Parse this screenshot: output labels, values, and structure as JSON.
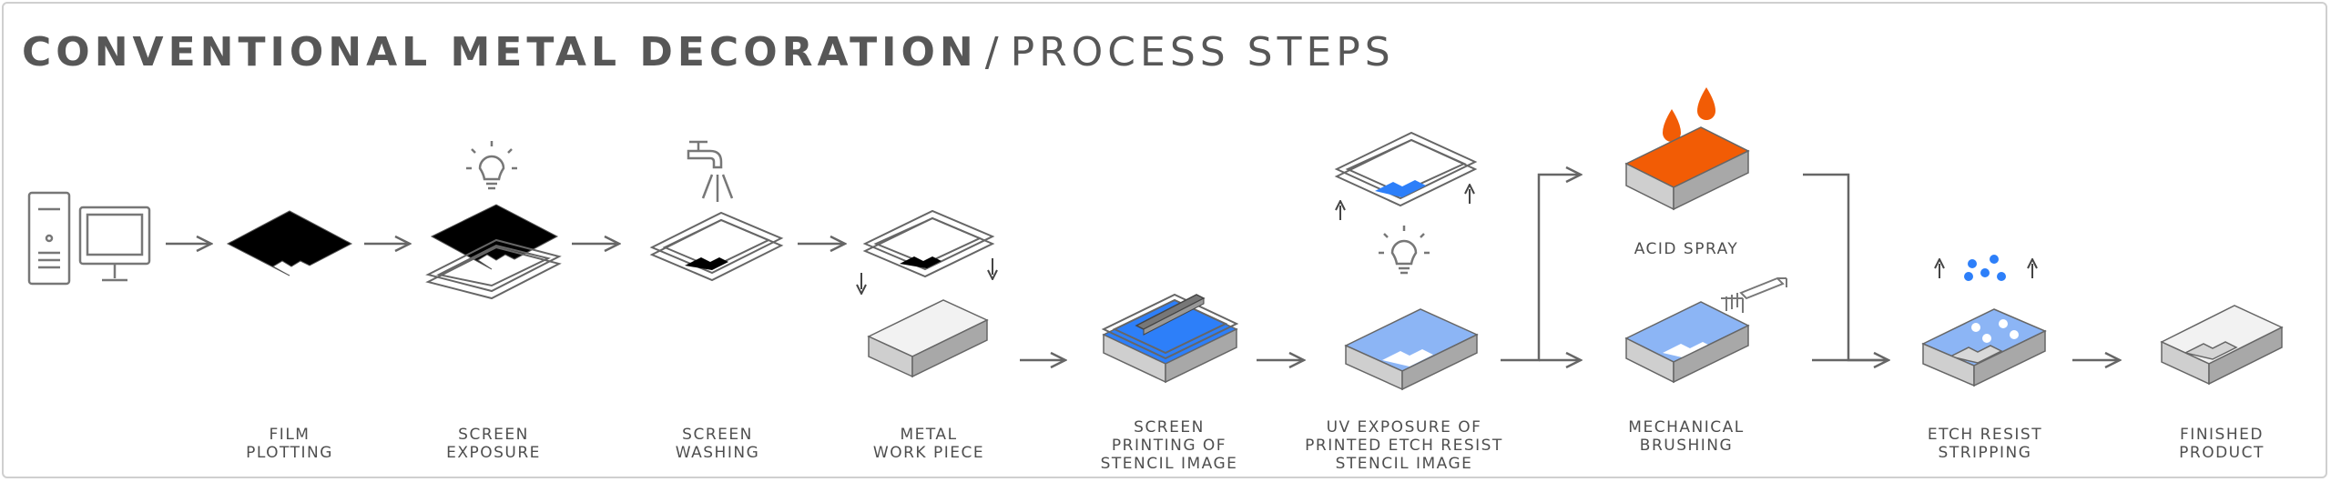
{
  "title": {
    "main": "CONVENTIONAL METAL DECORATION",
    "separator": "/",
    "sub": "PROCESS STEPS"
  },
  "steps": [
    {
      "line1": "FILM",
      "line2": "PLOTTING",
      "line3": ""
    },
    {
      "line1": "SCREEN",
      "line2": "EXPOSURE",
      "line3": ""
    },
    {
      "line1": "SCREEN",
      "line2": "WASHING",
      "line3": ""
    },
    {
      "line1": "METAL",
      "line2": "WORK PIECE",
      "line3": ""
    },
    {
      "line1": "SCREEN",
      "line2": "PRINTING OF",
      "line3": "STENCIL IMAGE"
    },
    {
      "line1": "UV EXPOSURE OF",
      "line2": "PRINTED ETCH RESIST",
      "line3": "STENCIL IMAGE"
    },
    {
      "line1": "ACID SPRAY",
      "line2": "",
      "line3": ""
    },
    {
      "line1": "MECHANICAL",
      "line2": "BRUSHING",
      "line3": ""
    },
    {
      "line1": "ETCH RESIST",
      "line2": "STRIPPING",
      "line3": ""
    },
    {
      "line1": "FINISHED",
      "line2": "PRODUCT",
      "line3": ""
    }
  ],
  "icons": [
    "computer-icon",
    "film-icon",
    "lamp-icon",
    "screen-frame-icon",
    "faucet-icon",
    "metal-block-icon",
    "squeegee-icon",
    "acid-drop-icon",
    "brush-icon",
    "dots-icon",
    "arrow-icon"
  ],
  "colors": {
    "text": "#4e4e4e",
    "line": "#666666",
    "black": "#000000",
    "acid_orange": "#f25c05",
    "resist_blue": "#2d7ff9",
    "light_blue": "#8cb5f5",
    "block_side": "#a8a8a8",
    "block_front": "#cfcfcf"
  }
}
